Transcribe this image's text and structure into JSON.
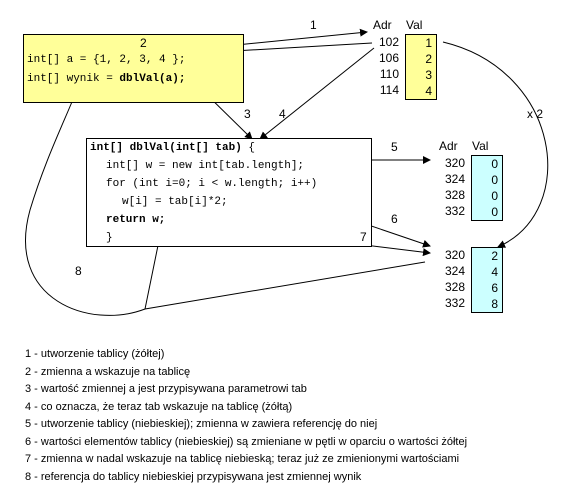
{
  "main_code": {
    "line1": "int[] a = {1, 2, 3, 4 };",
    "line2_prefix": "int[] wynik = ",
    "line2_bold": "dblVal(a);"
  },
  "method_code": {
    "signature": "int[] dblVal(int[] tab)",
    "brace_open": " {",
    "line1": "int[] w = new int[tab.length];",
    "line2": "for (int i=0; i < w.length; i++)",
    "line3": "w[i] = tab[i]*2;",
    "return_kw": "return",
    "return_rest": " w;",
    "brace_close": "}"
  },
  "tables": {
    "yellow": {
      "header_addr": "Adr",
      "header_val": "Val",
      "addresses": [
        "102",
        "106",
        "110",
        "114"
      ],
      "values": [
        "1",
        "2",
        "3",
        "4"
      ],
      "color": "#ffff99"
    },
    "blue_initial": {
      "header_addr": "Adr",
      "header_val": "Val",
      "addresses": [
        "320",
        "324",
        "328",
        "332"
      ],
      "values": [
        "0",
        "0",
        "0",
        "0"
      ],
      "color": "#ccffff"
    },
    "blue_final": {
      "addresses": [
        "320",
        "324",
        "328",
        "332"
      ],
      "values": [
        "2",
        "4",
        "6",
        "8"
      ],
      "color": "#ccffff"
    }
  },
  "arrow_labels": {
    "n1": "1",
    "n2": "2",
    "n3": "3",
    "n4": "4",
    "n5": "5",
    "n6": "6",
    "n7": "7",
    "n8": "8",
    "x2": "x 2"
  },
  "legend": [
    "1 - utworzenie tablicy (żółtej)",
    "2 - zmienna a wskazuje na tablicę",
    "3 - wartość zmiennej a jest przypisywana parametrowi tab",
    "4 - co oznacza, że teraz tab wskazuje na tablicę (żółtą)",
    "5 - utworzenie tablicy (niebieskiej); zmienna w zawiera referencję do niej",
    "6 - wartości elementów tablicy (niebieskiej) są zmieniane w pętli w oparciu o wartości żółtej",
    "7 - zmienna w nadal wskazuje na tablicę niebieską; teraz już ze zmienionymi wartościami",
    "8 - referencja do tablicy niebieskiej przypisywana jest zmiennej wynik"
  ]
}
